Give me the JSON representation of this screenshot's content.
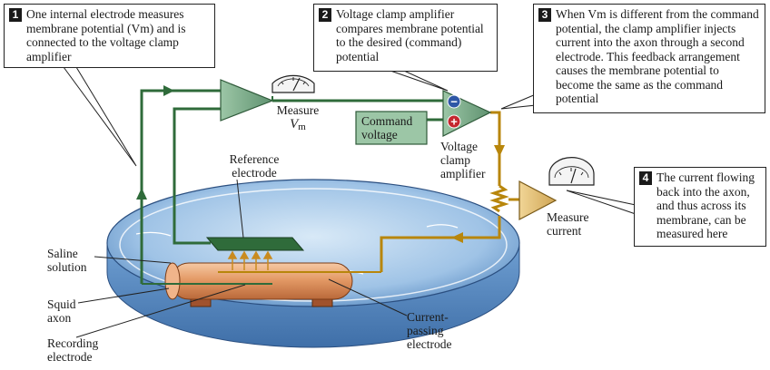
{
  "callouts": [
    {
      "number": "1",
      "text": "One internal electrode measures membrane potential (Vm) and is connected to the voltage clamp amplifier"
    },
    {
      "number": "2",
      "text": "Voltage clamp amplifier compares membrane potential to the desired (command) potential"
    },
    {
      "number": "3",
      "text": "When Vm is different from the command potential, the clamp amplifier injects current into the axon through a second electrode. This feedback arrangement causes the membrane potential to become the same as the command potential"
    },
    {
      "number": "4",
      "text": "The current flowing back into the axon, and thus across its membrane, can be measured here"
    }
  ],
  "labels": {
    "measure_vm": "Measure",
    "vm_symbol": "V",
    "vm_subscript": "m",
    "command_voltage": "Command voltage",
    "voltage_clamp_amplifier": "Voltage clamp amplifier",
    "measure_current": "Measure current",
    "reference_electrode": "Reference electrode",
    "saline_solution": "Saline solution",
    "squid_axon": "Squid axon",
    "recording_electrode": "Recording electrode",
    "current_passing_electrode": "Current-passing electrode"
  },
  "amplifier_inputs": {
    "minus": "−",
    "plus": "+"
  },
  "colors": {
    "voltage_wire": "#2f6b3a",
    "current_wire": "#b8860b",
    "amplifier_green": "#7fae8c",
    "amplifier_tan": "#e0c078",
    "dish_blue": "#8cb7e0",
    "axon": "#e8a170",
    "command_box": "#9cc6a6"
  }
}
